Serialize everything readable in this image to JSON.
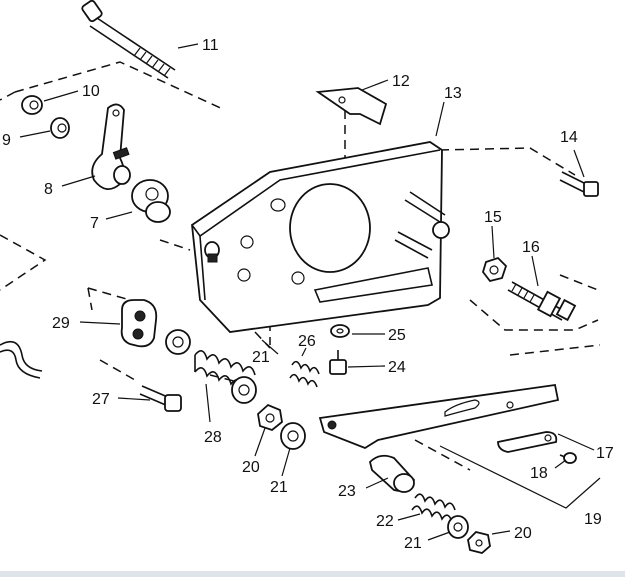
{
  "callouts": [
    {
      "id": "c11",
      "text": "11"
    },
    {
      "id": "c10",
      "text": "10"
    },
    {
      "id": "c9",
      "text": "9"
    },
    {
      "id": "c8",
      "text": "8"
    },
    {
      "id": "c7",
      "text": "7"
    },
    {
      "id": "c12",
      "text": "12"
    },
    {
      "id": "c13",
      "text": "13"
    },
    {
      "id": "c14",
      "text": "14"
    },
    {
      "id": "c15",
      "text": "15"
    },
    {
      "id": "c16",
      "text": "16"
    },
    {
      "id": "c29",
      "text": "29"
    },
    {
      "id": "c21a",
      "text": "21"
    },
    {
      "id": "c26",
      "text": "26"
    },
    {
      "id": "c25",
      "text": "25"
    },
    {
      "id": "c24",
      "text": "24"
    },
    {
      "id": "c27",
      "text": "27"
    },
    {
      "id": "c28",
      "text": "28"
    },
    {
      "id": "c20a",
      "text": "20"
    },
    {
      "id": "c21b",
      "text": "21"
    },
    {
      "id": "c23",
      "text": "23"
    },
    {
      "id": "c17",
      "text": "17"
    },
    {
      "id": "c18",
      "text": "18"
    },
    {
      "id": "c19",
      "text": "19"
    },
    {
      "id": "c22",
      "text": "22"
    },
    {
      "id": "c21c",
      "text": "21"
    },
    {
      "id": "c20b",
      "text": "20"
    }
  ]
}
